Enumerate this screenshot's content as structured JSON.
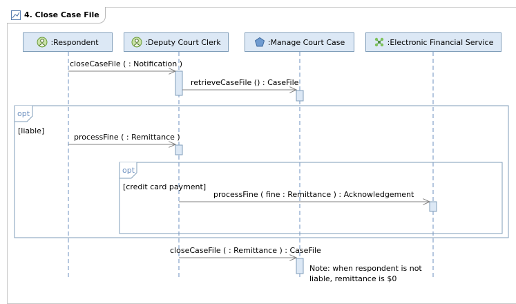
{
  "frame": {
    "title": "4. Close Case File"
  },
  "lifelines": [
    {
      "label": ":Respondent",
      "icon": "actor-role-icon"
    },
    {
      "label": ":Deputy Court Clerk",
      "icon": "actor-role-icon"
    },
    {
      "label": ":Manage Court Case",
      "icon": "pentagon-component-icon"
    },
    {
      "label": ":Electronic Financial Service",
      "icon": "network-service-icon"
    }
  ],
  "messages": [
    {
      "label": "closeCaseFile (  : Notification )"
    },
    {
      "label": "retrieveCaseFile () : CaseFile"
    },
    {
      "label": "processFine (  : Remittance )"
    },
    {
      "label": "processFine ( fine : Remittance ) : Acknowledgement"
    },
    {
      "label": "closeCaseFile (  : Remittance ) : CaseFile"
    }
  ],
  "fragments": [
    {
      "operator": "opt",
      "guard": "[liable]"
    },
    {
      "operator": "opt",
      "guard": "[credit card payment]"
    }
  ],
  "note": {
    "line1": "Note: when respondent is not",
    "line2": "liable, remittance is $0"
  },
  "colors": {
    "lifeline_fill": "#dce8f5",
    "lifeline_border": "#7f9db9",
    "fragment_border": "#7f9db9",
    "arrow": "#808080"
  }
}
